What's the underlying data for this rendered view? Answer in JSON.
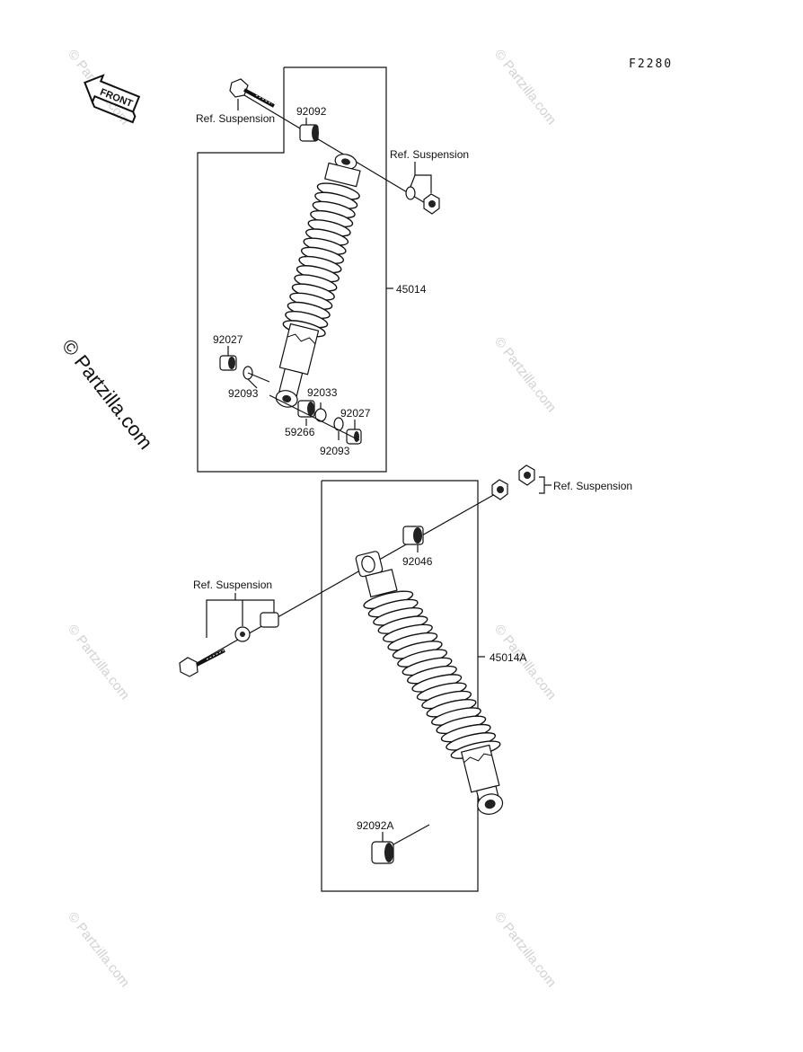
{
  "diagram_code": "F2280",
  "front_label": "FRONT",
  "watermark": "© Partzilla.com",
  "watermark_big": "© Partzilla.com",
  "labels": {
    "ref_suspension_1": "Ref. Suspension",
    "ref_suspension_2": "Ref. Suspension",
    "ref_suspension_3": "Ref. Suspension",
    "ref_suspension_4": "Ref. Suspension",
    "p92092": "92092",
    "p45014": "45014",
    "p92027_a": "92027",
    "p92093_a": "92093",
    "p92033": "92033",
    "p59266": "59266",
    "p92027_b": "92027",
    "p92093_b": "92093",
    "p92046": "92046",
    "p45014A": "45014A",
    "p92092A": "92092A"
  }
}
